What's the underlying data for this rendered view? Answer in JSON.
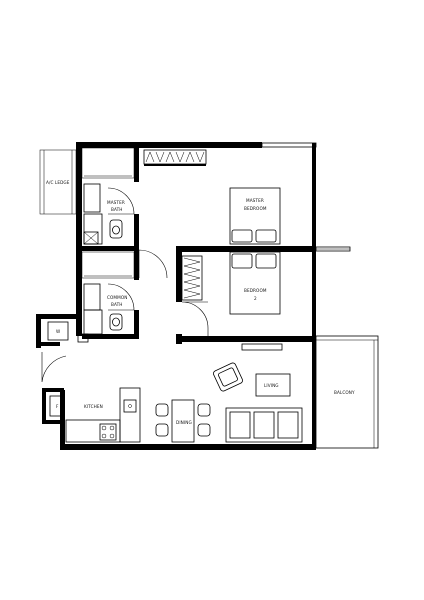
{
  "floor_plan": {
    "rooms": {
      "ac_ledge": "A/C LEDGE",
      "master_bath_line1": "MASTER",
      "master_bath_line2": "BATH",
      "master_bedroom_line1": "MASTER",
      "master_bedroom_line2": "BEDROOM",
      "common_bath_line1": "COMMON",
      "common_bath_line2": "BATH",
      "bedroom2_line1": "BEDROOM",
      "bedroom2_line2": "2",
      "washer": "W",
      "fridge": "F",
      "kitchen": "KITCHEN",
      "dining": "DINING",
      "living": "LIVING",
      "balcony": "BALCONY"
    }
  }
}
